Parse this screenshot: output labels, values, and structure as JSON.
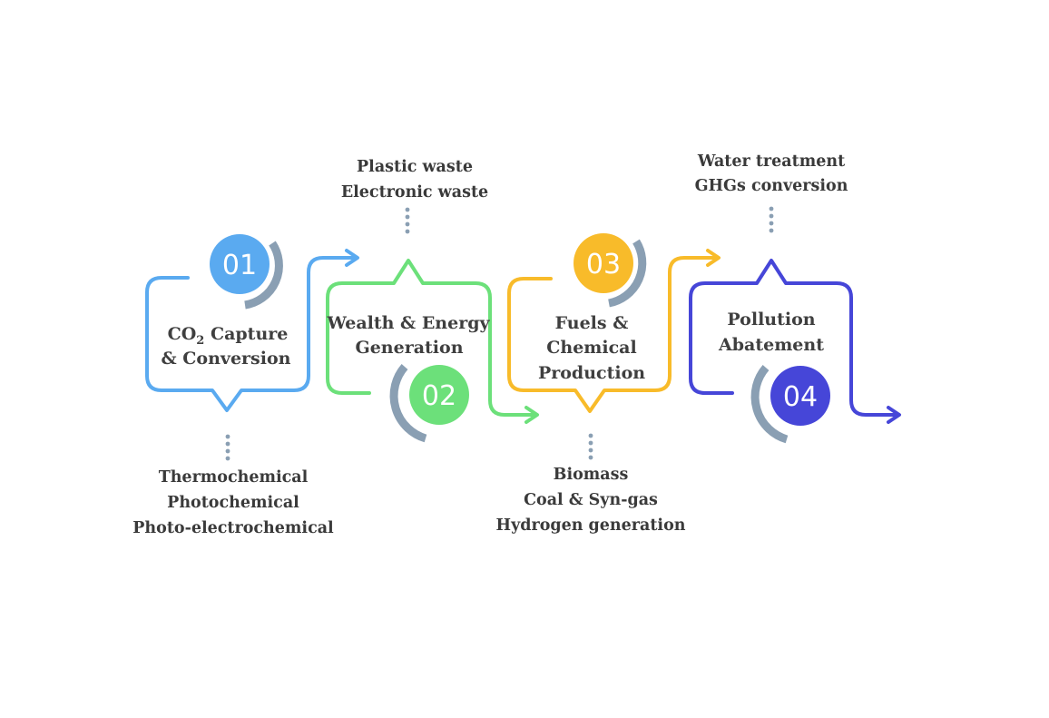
{
  "stages": [
    {
      "number": "01",
      "title_prefix": "CO",
      "title_subscript": "2",
      "title_suffix": " Capture",
      "title_line2": "& Conversion",
      "color": "#5aaaf0"
    },
    {
      "number": "02",
      "title_line1": "Wealth & Energy",
      "title_line2": "Generation",
      "color": "#6ce07a"
    },
    {
      "number": "03",
      "title_line1": "Fuels &",
      "title_line2": "Chemical",
      "title_line3": "Production",
      "color": "#f8bb2a"
    },
    {
      "number": "04",
      "title_line1": "Pollution",
      "title_line2": "Abatement",
      "color": "#4646d8"
    }
  ],
  "annotations": {
    "stage1_below": [
      "Thermochemical",
      "Photochemical",
      "Photo-electrochemical"
    ],
    "stage2_above": [
      "Plastic waste",
      "Electronic waste"
    ],
    "stage3_below": [
      "Biomass",
      "Coal & Syn-gas",
      "Hydrogen generation"
    ],
    "stage4_above": [
      "Water treatment",
      "GHGs conversion"
    ]
  },
  "colors": {
    "arc_gray": "#8a9fb3",
    "dots_gray": "#8a9fb3",
    "text": "#3f3f3f"
  }
}
